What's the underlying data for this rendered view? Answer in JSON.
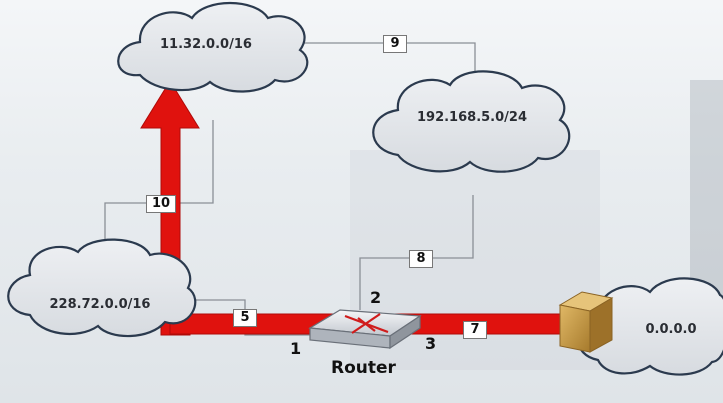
{
  "networks": {
    "top": "11.32.0.0/16",
    "right": "192.168.5.0/24",
    "left": "228.72.0.0/16",
    "default": "0.0.0.0"
  },
  "links": {
    "l9": "9",
    "l10": "10",
    "l8": "8",
    "l5": "5",
    "l7": "7"
  },
  "ports": {
    "p1": "1",
    "p2": "2",
    "p3": "3"
  },
  "router": {
    "label": "Router"
  },
  "colors": {
    "path": "#e0120e",
    "cloud_fill": "#e3e6ea",
    "cloud_stroke": "#2b3a4e",
    "box": "#c89a45"
  }
}
